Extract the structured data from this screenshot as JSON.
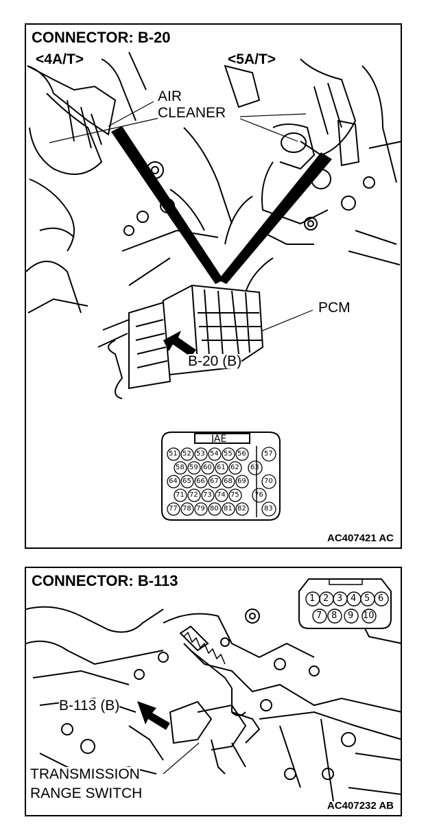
{
  "top_panel": {
    "title": "CONNECTOR: B-20",
    "variant_left": "<4A/T>",
    "variant_right": "<5A/T>",
    "air_cleaner_line1": "AIR",
    "air_cleaner_line2": "CLEANER",
    "pcm_label": "PCM",
    "connector_label": "B-20 (B)",
    "connector_maker": "JAE",
    "pin_rows": [
      [
        "51",
        "52",
        "53",
        "54",
        "55",
        "56"
      ],
      [
        "58",
        "59",
        "60",
        "61",
        "62"
      ],
      [
        "64",
        "65",
        "66",
        "67",
        "68",
        "69"
      ],
      [
        "71",
        "72",
        "73",
        "74",
        "75"
      ],
      [
        "77",
        "78",
        "79",
        "80",
        "81",
        "82"
      ]
    ],
    "pin_side": [
      "57",
      "63",
      "70",
      "76",
      "83"
    ],
    "figure_code": "AC407421 AC"
  },
  "bottom_panel": {
    "title": "CONNECTOR: B-113",
    "connector_label": "B-113 (B)",
    "component_line1": "TRANSMISSION",
    "component_line2": "RANGE SWITCH",
    "pin_rows": [
      [
        "1",
        "2",
        "3",
        "4",
        "5",
        "6"
      ],
      [
        "7",
        "8",
        "9",
        "10"
      ]
    ],
    "figure_code": "AC407232 AB"
  }
}
